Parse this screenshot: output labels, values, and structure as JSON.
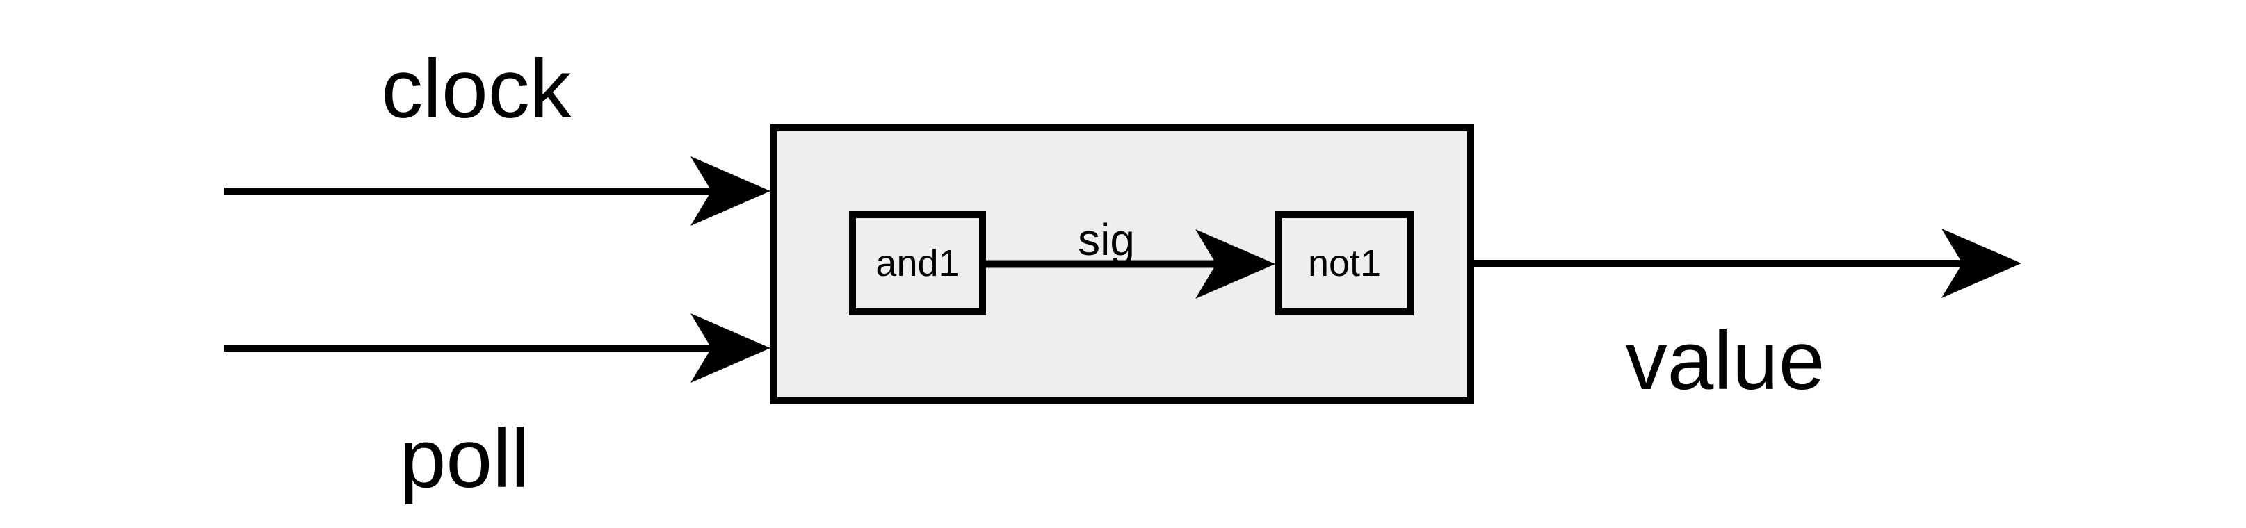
{
  "diagram": {
    "type": "signal-flow-block-diagram",
    "colors": {
      "background": "#ffffff",
      "line": "#000000",
      "module_fill": "#eeeeee",
      "text": "#000000"
    },
    "inputs": [
      {
        "label": "clock"
      },
      {
        "label": "poll"
      }
    ],
    "module": {
      "nodes": [
        {
          "label": "and1"
        },
        {
          "label": "not1"
        }
      ],
      "signal": {
        "label": "sig"
      }
    },
    "output": {
      "label": "value"
    }
  }
}
